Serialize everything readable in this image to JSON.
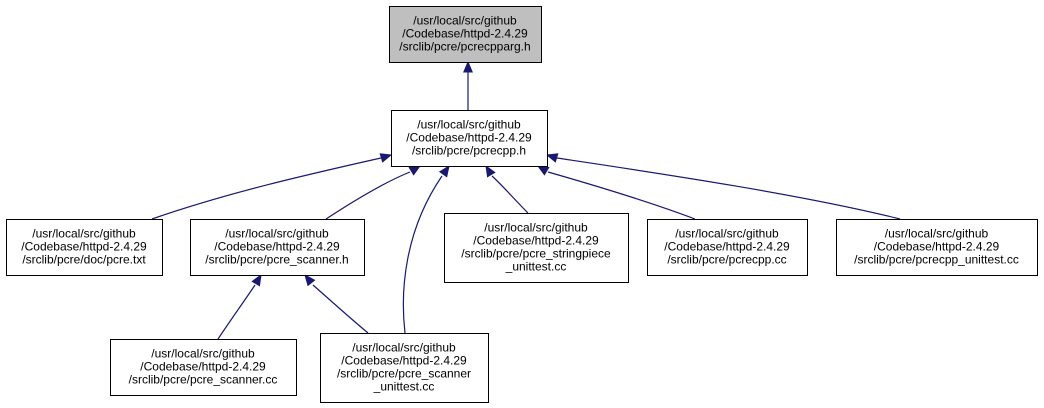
{
  "colors": {
    "edge": "#191970",
    "root_fill": "#bfbfbf",
    "node_fill": "#ffffff"
  },
  "nodes": [
    {
      "id": "pcrecpparg_h",
      "root": true,
      "lines": [
        "/usr/local/src/github",
        "/Codebase/httpd-2.4.29",
        "/srclib/pcre/pcrecpparg.h"
      ]
    },
    {
      "id": "pcrecpp_h",
      "lines": [
        "/usr/local/src/github",
        "/Codebase/httpd-2.4.29",
        "/srclib/pcre/pcrecpp.h"
      ]
    },
    {
      "id": "pcre_txt",
      "lines": [
        "/usr/local/src/github",
        "/Codebase/httpd-2.4.29",
        "/srclib/pcre/doc/pcre.txt"
      ]
    },
    {
      "id": "pcre_scanner_h",
      "lines": [
        "/usr/local/src/github",
        "/Codebase/httpd-2.4.29",
        "/srclib/pcre/pcre_scanner.h"
      ]
    },
    {
      "id": "pcre_stringpiece_unittest_cc",
      "lines": [
        "/usr/local/src/github",
        "/Codebase/httpd-2.4.29",
        "/srclib/pcre/pcre_stringpiece",
        "_unittest.cc"
      ]
    },
    {
      "id": "pcrecpp_cc",
      "lines": [
        "/usr/local/src/github",
        "/Codebase/httpd-2.4.29",
        "/srclib/pcre/pcrecpp.cc"
      ]
    },
    {
      "id": "pcrecpp_unittest_cc",
      "lines": [
        "/usr/local/src/github",
        "/Codebase/httpd-2.4.29",
        "/srclib/pcre/pcrecpp_unittest.cc"
      ]
    },
    {
      "id": "pcre_scanner_cc",
      "lines": [
        "/usr/local/src/github",
        "/Codebase/httpd-2.4.29",
        "/srclib/pcre/pcre_scanner.cc"
      ]
    },
    {
      "id": "pcre_scanner_unittest_cc",
      "lines": [
        "/usr/local/src/github",
        "/Codebase/httpd-2.4.29",
        "/srclib/pcre/pcre_scanner",
        "_unittest.cc"
      ]
    }
  ],
  "edges": [
    {
      "from": "pcrecpp_h",
      "to": "pcrecpparg_h"
    },
    {
      "from": "pcre_txt",
      "to": "pcrecpp_h"
    },
    {
      "from": "pcre_scanner_h",
      "to": "pcrecpp_h"
    },
    {
      "from": "pcre_scanner_unittest_cc",
      "to": "pcrecpp_h"
    },
    {
      "from": "pcre_stringpiece_unittest_cc",
      "to": "pcrecpp_h"
    },
    {
      "from": "pcrecpp_cc",
      "to": "pcrecpp_h"
    },
    {
      "from": "pcrecpp_unittest_cc",
      "to": "pcrecpp_h"
    },
    {
      "from": "pcre_scanner_cc",
      "to": "pcre_scanner_h"
    },
    {
      "from": "pcre_scanner_unittest_cc",
      "to": "pcre_scanner_h"
    }
  ]
}
